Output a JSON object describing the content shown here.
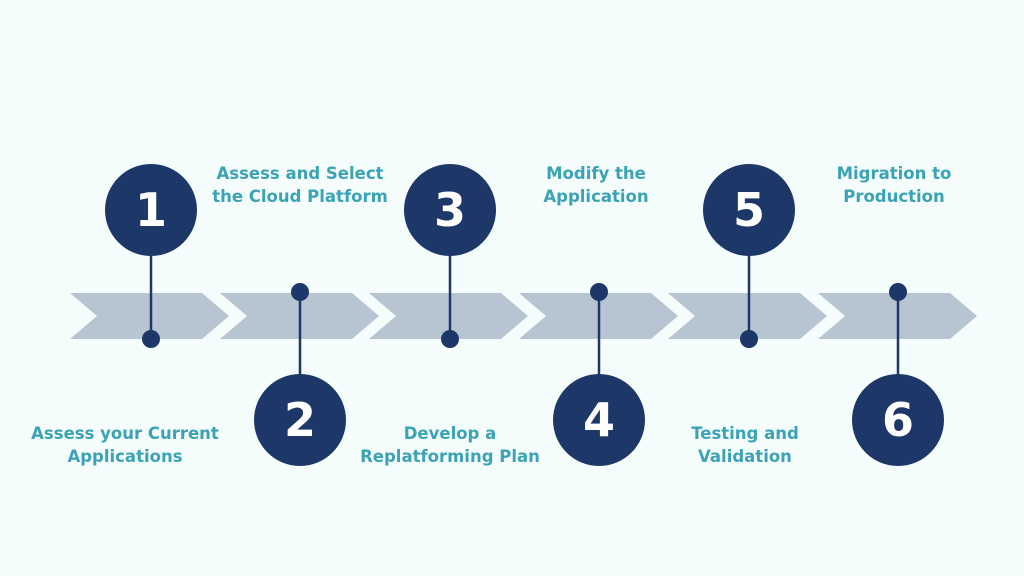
{
  "colors": {
    "background": "#f5fcfc",
    "arrow": "#b7c5d2",
    "node": "#1e3769",
    "label": "#3ba3b5"
  },
  "steps": [
    {
      "number": "1",
      "label_lines": [
        "Assess your Current",
        "Applications"
      ]
    },
    {
      "number": "2",
      "label_lines": [
        "Assess and Select",
        "the Cloud Platform"
      ]
    },
    {
      "number": "3",
      "label_lines": [
        "Develop a",
        "Replatforming Plan"
      ]
    },
    {
      "number": "4",
      "label_lines": [
        "Modify the",
        "Application"
      ]
    },
    {
      "number": "5",
      "label_lines": [
        "Testing and",
        "Validation"
      ]
    },
    {
      "number": "6",
      "label_lines": [
        "Migration to",
        "Production"
      ]
    }
  ]
}
